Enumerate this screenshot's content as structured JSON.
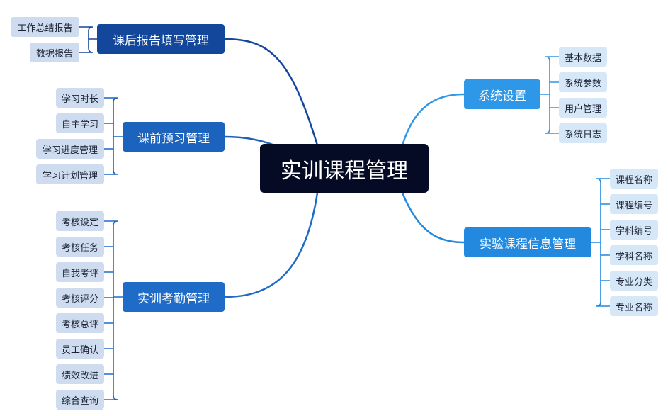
{
  "root": {
    "label": "实训课程管理"
  },
  "branches": {
    "after": {
      "label": "课后报告填写管理",
      "color": "#13479c",
      "items": [
        "工作总结报告",
        "数据报告"
      ]
    },
    "preview": {
      "label": "课前预习管理",
      "color": "#1c63bd",
      "items": [
        "学习时长",
        "自主学习",
        "学习进度管理",
        "学习计划管理"
      ]
    },
    "attendance": {
      "label": "实训考勤管理",
      "color": "#1e6cc8",
      "items": [
        "考核设定",
        "考核任务",
        "自我考评",
        "考核评分",
        "考核总评",
        "员工确认",
        "绩效改进",
        "综合查询"
      ]
    },
    "system": {
      "label": "系统设置",
      "color": "#2e97e8",
      "items": [
        "基本数据",
        "系统参数",
        "用户管理",
        "系统日志"
      ]
    },
    "course": {
      "label": "实验课程信息管理",
      "color": "#2289de",
      "items": [
        "课程名称",
        "课程编号",
        "学科编号",
        "学科名称",
        "专业分类",
        "专业名称"
      ]
    }
  },
  "colors": {
    "root_bg": "#050a25",
    "leaf_left_bg": "#cfdcef",
    "leaf_right_bg": "#d6e7f8"
  }
}
